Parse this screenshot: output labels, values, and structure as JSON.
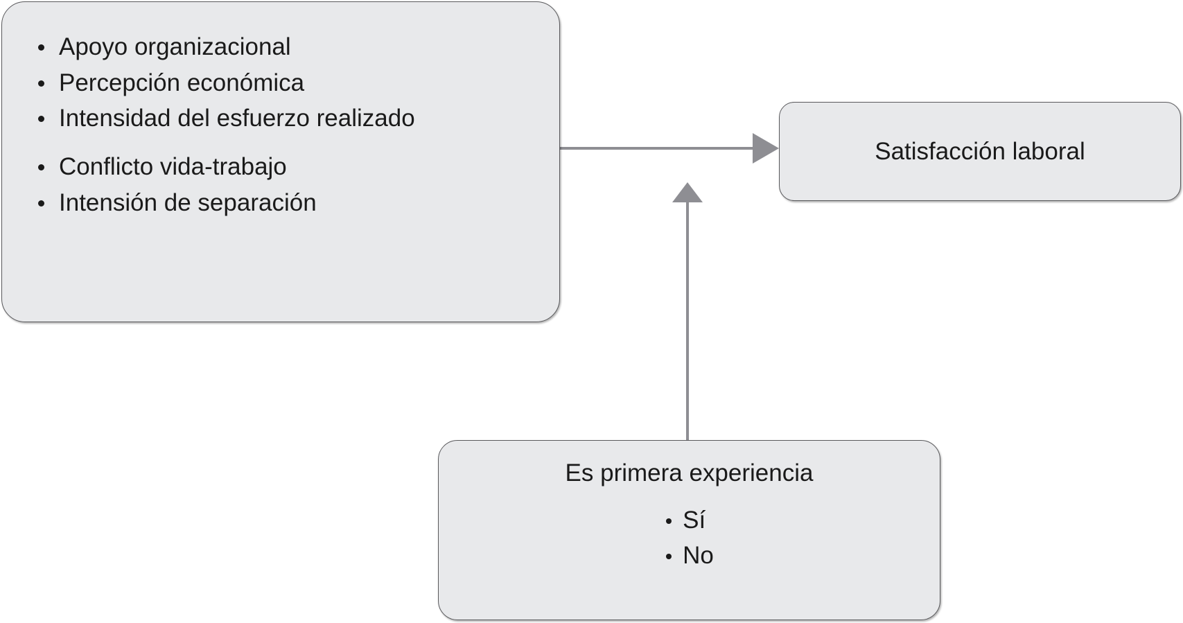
{
  "diagram": {
    "title_text": "",
    "background_color": "#ffffff",
    "node_fill_color": "#e8e9eb",
    "node_border_color": "#58585b",
    "connector_color": "#8e8e93",
    "text_color": "#1a1a1a"
  },
  "nodes": {
    "antecedents": {
      "name": "antecedents",
      "items": [
        "Apoyo organizacional",
        "Percepción económica",
        "Intensidad del esfuerzo realizado",
        "Conflicto vida-trabajo",
        "Intensión de separación"
      ]
    },
    "outcome": {
      "name": "outcome",
      "title": "Satisfacción laboral"
    },
    "moderator": {
      "name": "moderator",
      "title": "Es primera experiencia",
      "options": [
        "Sí",
        "No"
      ]
    }
  },
  "connectors": [
    {
      "name": "antecedents-to-outcome",
      "from": "antecedents",
      "to": "outcome",
      "direction": "right",
      "label": ""
    },
    {
      "name": "moderator-to-outcome",
      "from": "moderator",
      "to": "antecedents-to-outcome",
      "direction": "up",
      "label": ""
    }
  ]
}
